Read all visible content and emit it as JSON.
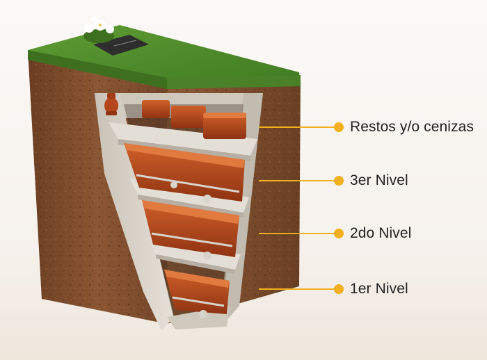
{
  "callouts": [
    {
      "label": "Restos y/o cenizas"
    },
    {
      "label": "3er Nivel"
    },
    {
      "label": "2do Nivel"
    },
    {
      "label": "1er Nivel"
    }
  ],
  "colors": {
    "accent": "#f2b01e",
    "grass": "#4e8a2a",
    "soil": "#7a4a2c",
    "concrete": "#d9d3c9",
    "coffin": "#b5461b",
    "text": "#222222"
  },
  "icons": [
    "flower-bouquet",
    "grave-plaque",
    "urn",
    "coffin",
    "soil-block"
  ]
}
